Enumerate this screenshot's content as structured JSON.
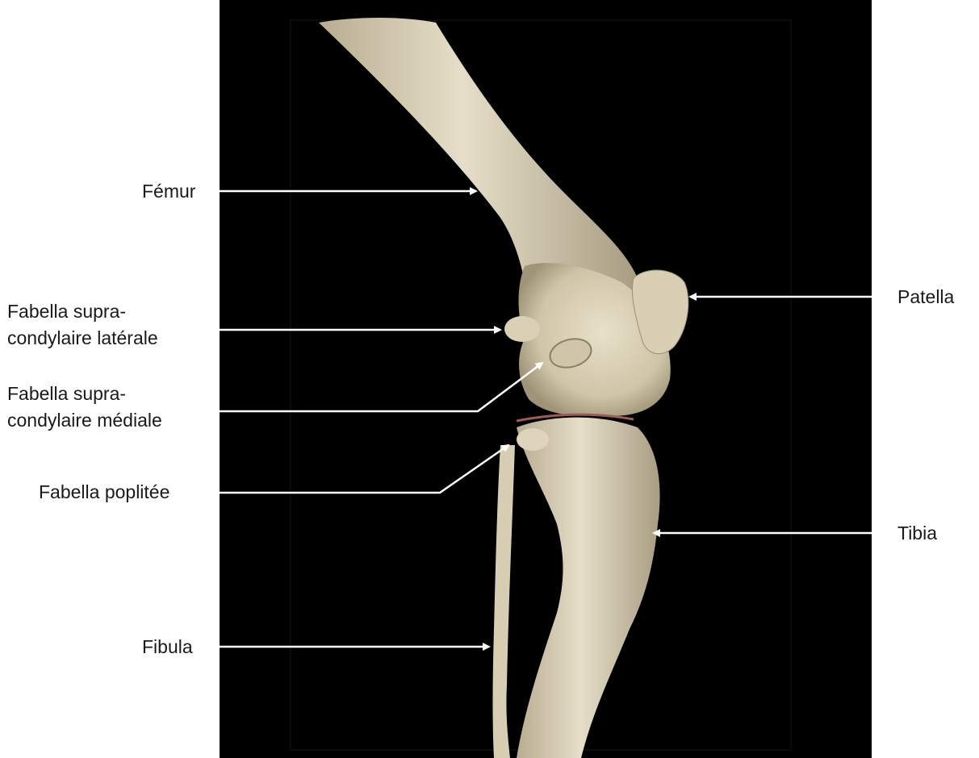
{
  "labels": {
    "femur": "Fémur",
    "patella": "Patella",
    "fabella_lateral_line1": "Fabella supra-",
    "fabella_lateral_line2": "condylaire latérale",
    "fabella_medial_line1": "Fabella supra-",
    "fabella_medial_line2": "condylaire médiale",
    "fabella_poplitea": "Fabella poplitée",
    "tibia": "Tibia",
    "fibula": "Fibula"
  },
  "colors": {
    "background": "#ffffff",
    "image_background": "#000000",
    "bone": "#dcd3bb",
    "arrow": "#ffffff",
    "text": "#1a1a1a"
  }
}
